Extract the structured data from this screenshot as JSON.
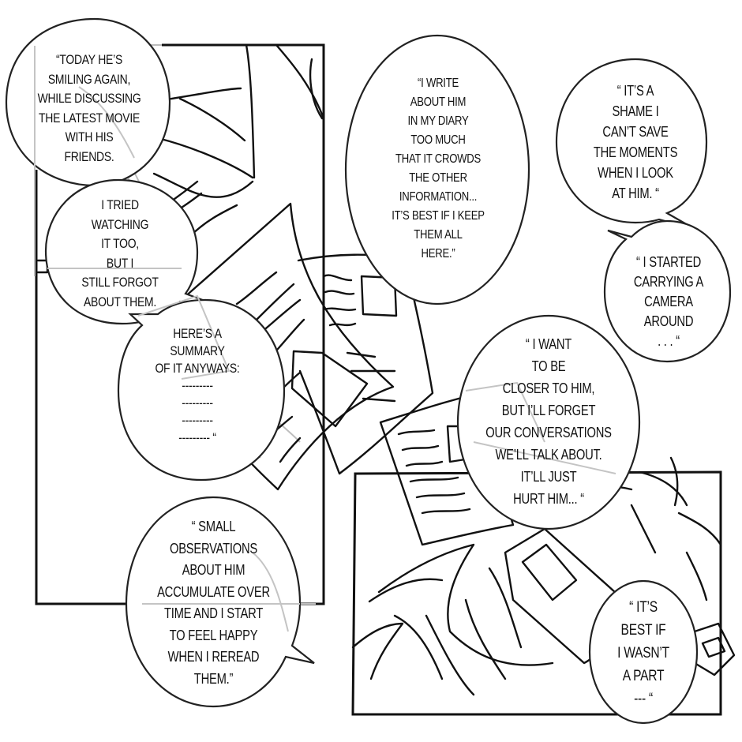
{
  "page": {
    "type": "comic-page",
    "colors": {
      "ink": "#111111",
      "sketch": "#b8b8b8",
      "paper": "#ffffff"
    }
  },
  "panels": [
    {
      "id": "panel-top-left",
      "description": "notebook pages floating"
    },
    {
      "id": "panel-bottom-right",
      "description": "spiky-haired character holding a camera"
    }
  ],
  "bubbles": [
    {
      "id": "today-smiling",
      "lines": [
        "“TODAY HE’S",
        "SMILING AGAIN,",
        "WHILE DISCUSSING",
        "THE  LATEST MOVIE",
        "WITH HIS",
        "FRIENDS."
      ]
    },
    {
      "id": "tried-watching",
      "lines": [
        "I TRIED",
        "WATCHING",
        "IT TOO,",
        "BUT I",
        "STILL FORGOT",
        "ABOUT THEM."
      ]
    },
    {
      "id": "summary",
      "lines": [
        "HERE’S A",
        "SUMMARY",
        "OF IT ANYWAYS:",
        "---------",
        "---------",
        "---------",
        "--------- “"
      ]
    },
    {
      "id": "write-diary",
      "lines": [
        "“I WRITE",
        "ABOUT HIM",
        "IN MY DIARY",
        "TOO MUCH",
        "THAT IT CROWDS",
        "THE OTHER",
        "INFORMATION...",
        "IT’S BEST IF I KEEP",
        "THEM  ALL",
        "HERE.”"
      ]
    },
    {
      "id": "shame",
      "lines": [
        "“ IT’S A",
        "SHAME I",
        "CAN’T SAVE",
        "THE MOMENTS",
        "WHEN I LOOK",
        "AT HIM. “"
      ]
    },
    {
      "id": "camera",
      "lines": [
        "“ I STARTED",
        "CARRYING A",
        "CAMERA",
        "AROUND",
        ". . .     “"
      ]
    },
    {
      "id": "want-closer",
      "lines": [
        "“ I WANT",
        "TO BE",
        "CLOSER TO HIM,",
        "BUT I’LL FORGET",
        "OUR CONVERSATIONS",
        "WE’LL TALK ABOUT.",
        "IT’LL JUST",
        "HURT HIM... “"
      ]
    },
    {
      "id": "small-observations",
      "lines": [
        "“ SMALL",
        "OBSERVATIONS",
        "ABOUT HIM",
        "ACCUMULATE   OVER",
        "TIME AND I START",
        "TO FEEL HAPPY",
        "WHEN I REREAD",
        "THEM.”"
      ]
    },
    {
      "id": "best-wasnt-part",
      "lines": [
        "“ IT’S",
        "BEST IF",
        "I WASN’T",
        "A PART",
        "--- “"
      ]
    }
  ]
}
